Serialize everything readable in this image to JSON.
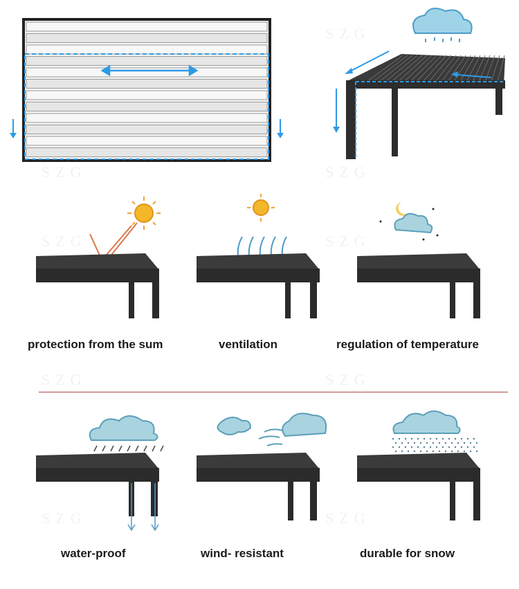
{
  "watermark": "SZG",
  "features": [
    {
      "label": "protection from the sum",
      "icon": "sun-reflection-icon"
    },
    {
      "label": "ventilation",
      "icon": "sun-airflow-icon"
    },
    {
      "label": "regulation of temperature",
      "icon": "moon-cloud-stars-icon"
    },
    {
      "label": "water-proof",
      "icon": "rain-cloud-icon"
    },
    {
      "label": "wind- resistant",
      "icon": "wind-cloud-icon"
    },
    {
      "label": "durable for snow",
      "icon": "snow-cloud-icon"
    }
  ],
  "colors": {
    "accent_blue": "#2e9ae6",
    "frame_dark": "#2b2b2b",
    "sun": "#f2a623",
    "cloud": "#a9d3df",
    "divider": "#b04848"
  }
}
